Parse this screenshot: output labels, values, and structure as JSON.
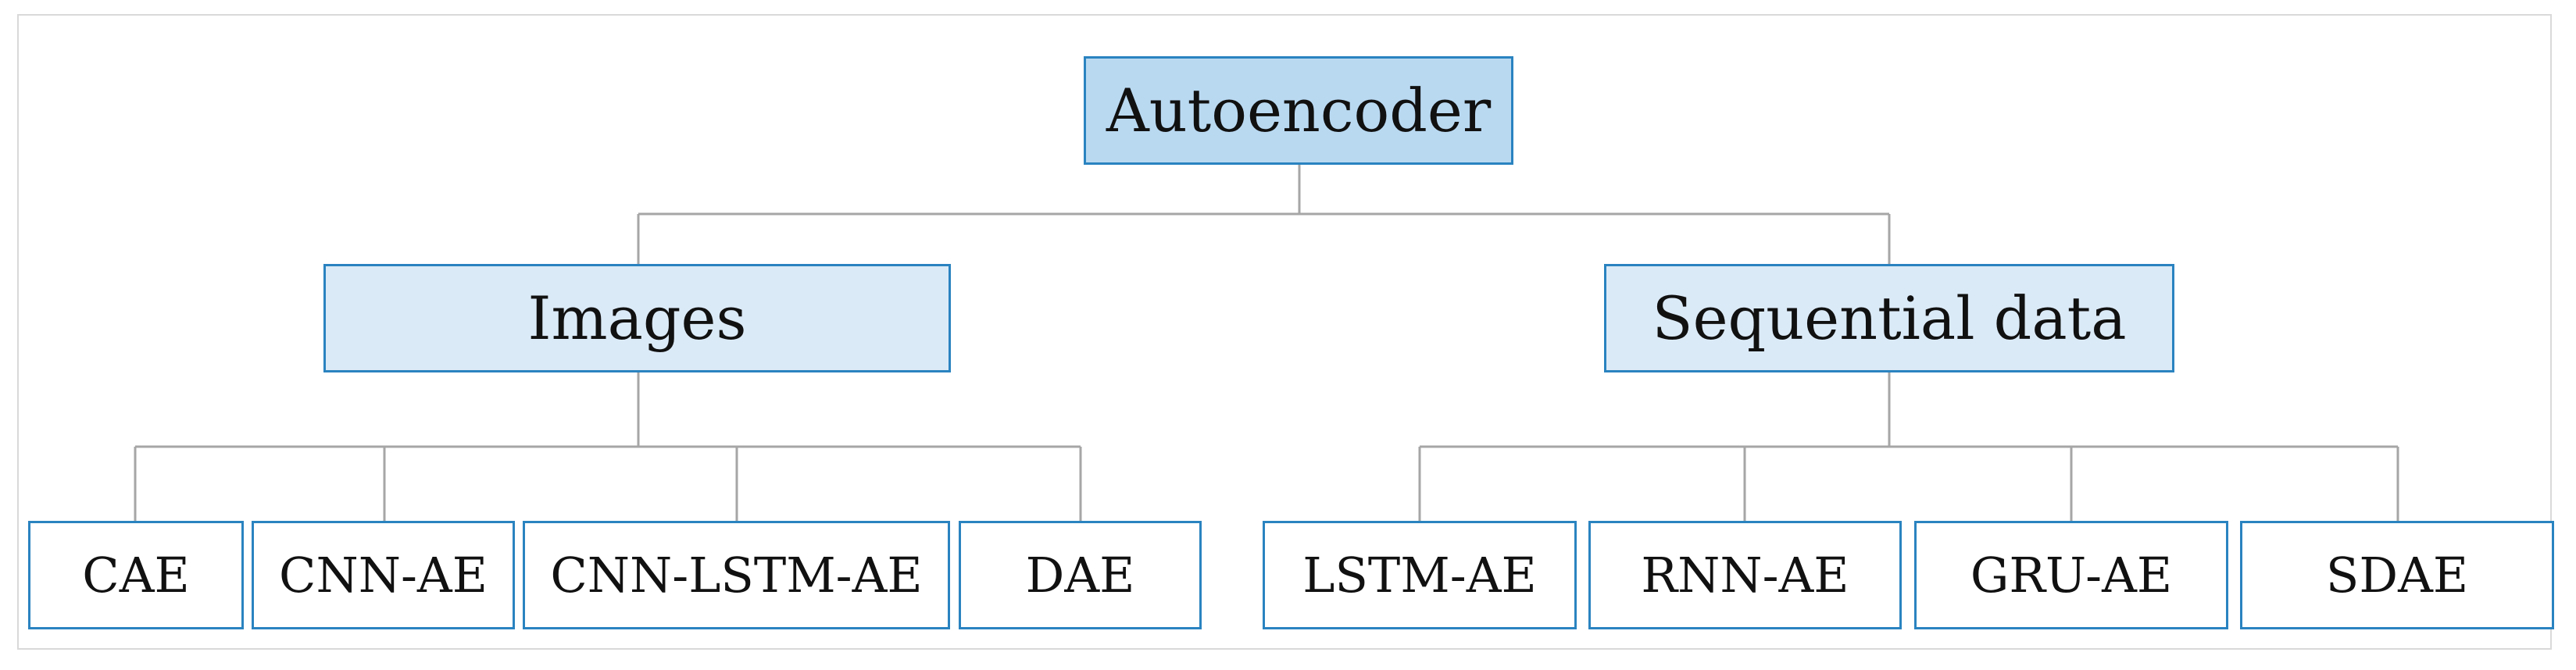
{
  "diagram": {
    "root": {
      "label": "Autoencoder"
    },
    "branches": [
      {
        "label": "Images",
        "children": [
          "CAE",
          "CNN-AE",
          "CNN-LSTM-AE",
          "DAE"
        ]
      },
      {
        "label": "Sequential data",
        "children": [
          "LSTM-AE",
          "RNN-AE",
          "GRU-AE",
          "SDAE"
        ]
      }
    ],
    "colors": {
      "root_fill": "#b9d9f1",
      "branch_fill": "#dbeaf7",
      "leaf_fill": "#ffffff",
      "box_border": "#2a83c0",
      "connector": "#a6a6a6"
    }
  }
}
